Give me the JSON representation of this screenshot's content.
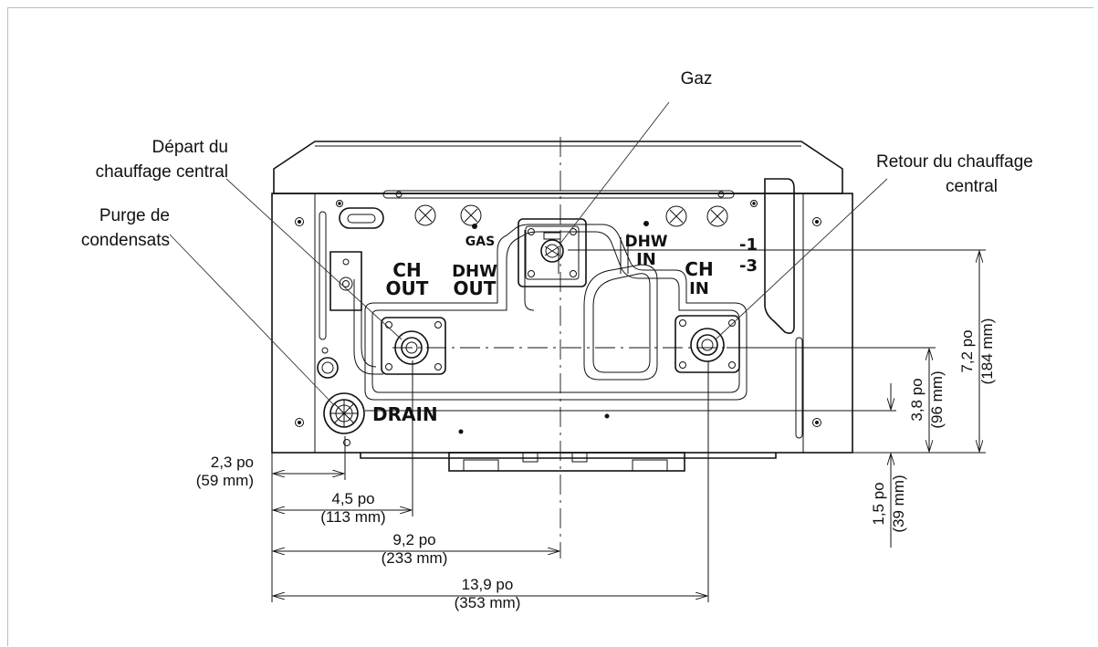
{
  "labels": {
    "gas": "Gaz",
    "ch_supply": [
      "Départ du",
      "chauffage central"
    ],
    "ch_return": [
      "Retour du chauffage",
      "central"
    ],
    "condensate_drain": [
      "Purge de",
      "condensats"
    ]
  },
  "unit_markings": {
    "ch_out": [
      "CH",
      "OUT"
    ],
    "dhw_out": [
      "DHW",
      "OUT"
    ],
    "gas": "GAS",
    "dhw_in": [
      "DHW",
      "IN"
    ],
    "ch_in": [
      "CH",
      "IN"
    ],
    "model_suffix": [
      "-1",
      "-3"
    ],
    "drain": "DRAIN"
  },
  "dimensions": {
    "drain_offset": {
      "imperial": "2,3 po",
      "metric": "(59 mm)"
    },
    "ch_supply_offset": {
      "imperial": "4,5 po",
      "metric": "(113 mm)"
    },
    "gas_offset": {
      "imperial": "9,2 po",
      "metric": "(233 mm)"
    },
    "ch_return_offset": {
      "imperial": "13,9 po",
      "metric": "(353 mm)"
    },
    "bottom_to_drain": {
      "imperial": "1,5 po",
      "metric": "(39 mm)"
    },
    "bottom_to_ch": {
      "imperial": "3,8 po",
      "metric": "(96 mm)"
    },
    "bottom_to_gas": {
      "imperial": "7,2 po",
      "metric": "(184 mm)"
    }
  }
}
